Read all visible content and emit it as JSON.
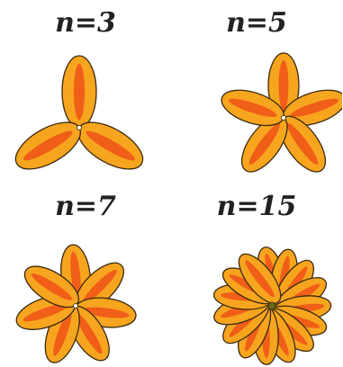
{
  "colors": {
    "petal_outer": "#f7a51e",
    "petal_inner": "#f05e18",
    "petal_stroke": "#3a2a10",
    "center": "#6b6b1a"
  },
  "flowers": [
    {
      "label": "n=3",
      "n": 3
    },
    {
      "label": "n=5",
      "n": 5
    },
    {
      "label": "n=7",
      "n": 7
    },
    {
      "label": "n=15",
      "n": 15
    }
  ]
}
